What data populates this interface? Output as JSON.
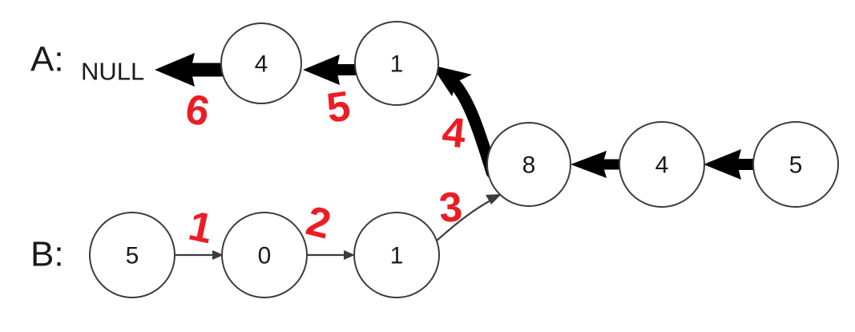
{
  "diagram": {
    "title_hidden": "",
    "colors": {
      "annotation_red": "#ED1C24",
      "node_stroke": "#3c3c3c",
      "arrow_black": "#000000",
      "background": "#ffffff"
    },
    "lists": [
      {
        "name": "list-a",
        "label": "A:",
        "terminator": "NULL",
        "nodes": [
          {
            "value": "4"
          },
          {
            "value": "1"
          },
          {
            "value": "8"
          },
          {
            "value": "4"
          },
          {
            "value": "5"
          }
        ]
      },
      {
        "name": "list-b",
        "label": "B:",
        "terminator": "",
        "nodes": [
          {
            "value": "5"
          },
          {
            "value": "0"
          },
          {
            "value": "1"
          }
        ]
      }
    ],
    "annotations": [
      {
        "id": "step-1",
        "text": "1"
      },
      {
        "id": "step-2",
        "text": "2"
      },
      {
        "id": "step-3",
        "text": "3"
      },
      {
        "id": "step-4",
        "text": "4"
      },
      {
        "id": "step-5",
        "text": "5"
      },
      {
        "id": "step-6",
        "text": "6"
      }
    ]
  }
}
